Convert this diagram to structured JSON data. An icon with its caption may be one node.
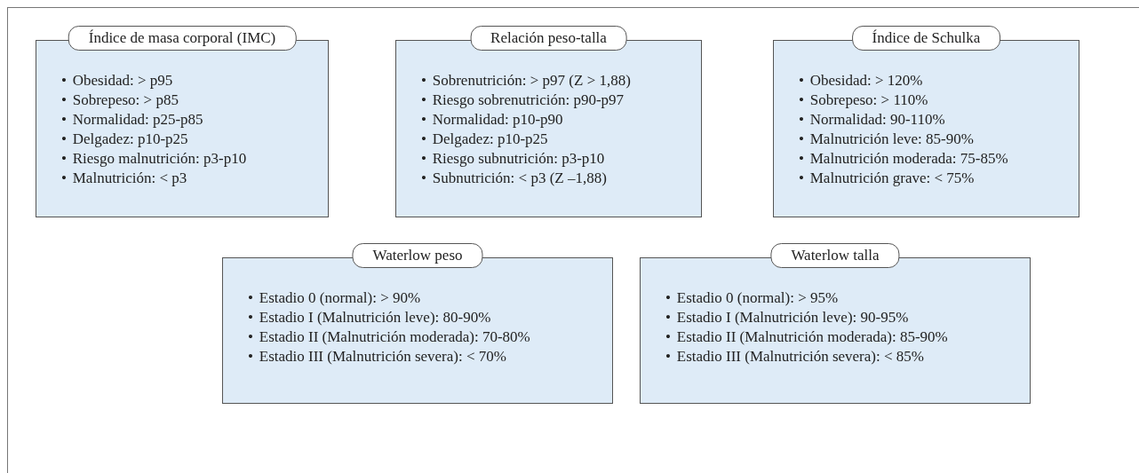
{
  "diagram": {
    "nodes": [
      {
        "text": [
          "Índice de masa corporal (IMC)",
          "•\tObesidad: > p95",
          "•\tSobrepeso: > p85",
          "•\tNormalidad: p25-p85",
          "•\tDelgadez: p10-p25",
          "•\tRiesgo malnutrición: p3-p10",
          "•\tMalnutrición: < p3"
        ]
      },
      {
        "text": [
          "Relación peso-talla",
          "•\tSobrenutrición: > p97 (Z > 1,88)",
          "•\tRiesgo sobrenutrición: p90-p97",
          "•\tNormalidad: p10-p90",
          "•\tDelgadez: p10-p25",
          "•\tRiesgo subnutrición: p3-p10",
          "•\tSubnutrición: < p3 (Z –1,88)"
        ]
      },
      {
        "text": [
          "Índice de Schulka",
          "•\tObesidad: > 120%",
          "•\tSobrepeso: > 110%",
          "•\tNormalidad: 90-110%",
          "•\tMalnutrición leve: 85-90%",
          "•\tMalnutrición moderada: 75-85%",
          "•\tMalnutrición grave: < 75%"
        ]
      },
      {
        "text": [
          "Waterlow peso",
          "•\tEstadio 0 (normal): > 90%",
          "•\tEstadio I (Malnutrición leve): 80-90%",
          "•\tEstadio II (Malnutrición moderada): 70-80%",
          "•\tEstadio III (Malnutrición severa): < 70%"
        ]
      },
      {
        "text": [
          "Waterlow talla",
          "•\tEstadio 0 (normal): > 95%",
          "•\tEstadio I (Malnutrición leve): 90-95%",
          "•\tEstadio II (Malnutrición moderada): 85-90%",
          "•\tEstadio III (Malnutrición severa): < 85%"
        ]
      }
    ]
  }
}
